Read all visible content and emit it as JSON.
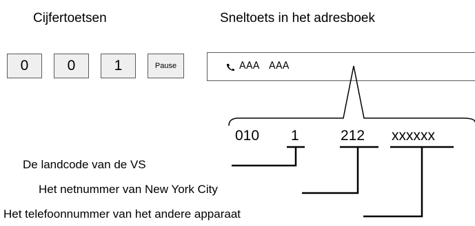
{
  "headings": {
    "keypad": "Cijfertoetsen",
    "speed_dial": "Sneltoets in het adresboek"
  },
  "keys": [
    {
      "label": "0"
    },
    {
      "label": "0"
    },
    {
      "label": "1"
    },
    {
      "label": "Pause"
    }
  ],
  "address_field": {
    "icon": "phone-icon",
    "text1": "AAA",
    "text2": "AAA"
  },
  "number_segments": {
    "prefix": "010",
    "country_code": "1",
    "area_code": "212",
    "subscriber": "xxxxxx"
  },
  "labels": {
    "country_code": "De landcode van de VS",
    "area_code": "Het netnummer van New York City",
    "subscriber": "Het telefoonnummer van het andere apparaat"
  }
}
